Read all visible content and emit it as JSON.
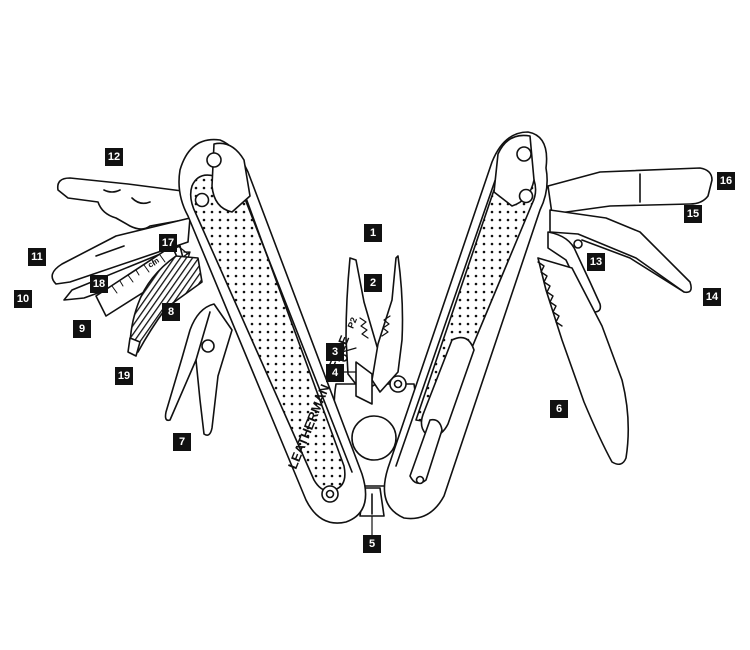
{
  "brand": {
    "name": "LEATHERMAN",
    "model": "FREE",
    "model_suffix": "P2"
  },
  "ruler_text": "cm",
  "colors": {
    "line": "#111111",
    "fill": "#ffffff",
    "badge_bg": "#111111",
    "badge_text": "#ffffff"
  },
  "callouts": [
    {
      "id": "c1",
      "number": "1"
    },
    {
      "id": "c2",
      "number": "2"
    },
    {
      "id": "c3",
      "number": "3"
    },
    {
      "id": "c4",
      "number": "4"
    },
    {
      "id": "c5",
      "number": "5"
    },
    {
      "id": "c6",
      "number": "6"
    },
    {
      "id": "c7",
      "number": "7"
    },
    {
      "id": "c8",
      "number": "8"
    },
    {
      "id": "c9",
      "number": "9"
    },
    {
      "id": "c10",
      "number": "10"
    },
    {
      "id": "c11",
      "number": "11"
    },
    {
      "id": "c12",
      "number": "12"
    },
    {
      "id": "c13",
      "number": "13"
    },
    {
      "id": "c14",
      "number": "14"
    },
    {
      "id": "c15",
      "number": "15"
    },
    {
      "id": "c16",
      "number": "16"
    },
    {
      "id": "c17",
      "number": "17"
    },
    {
      "id": "c18",
      "number": "18"
    },
    {
      "id": "c19",
      "number": "19"
    }
  ]
}
